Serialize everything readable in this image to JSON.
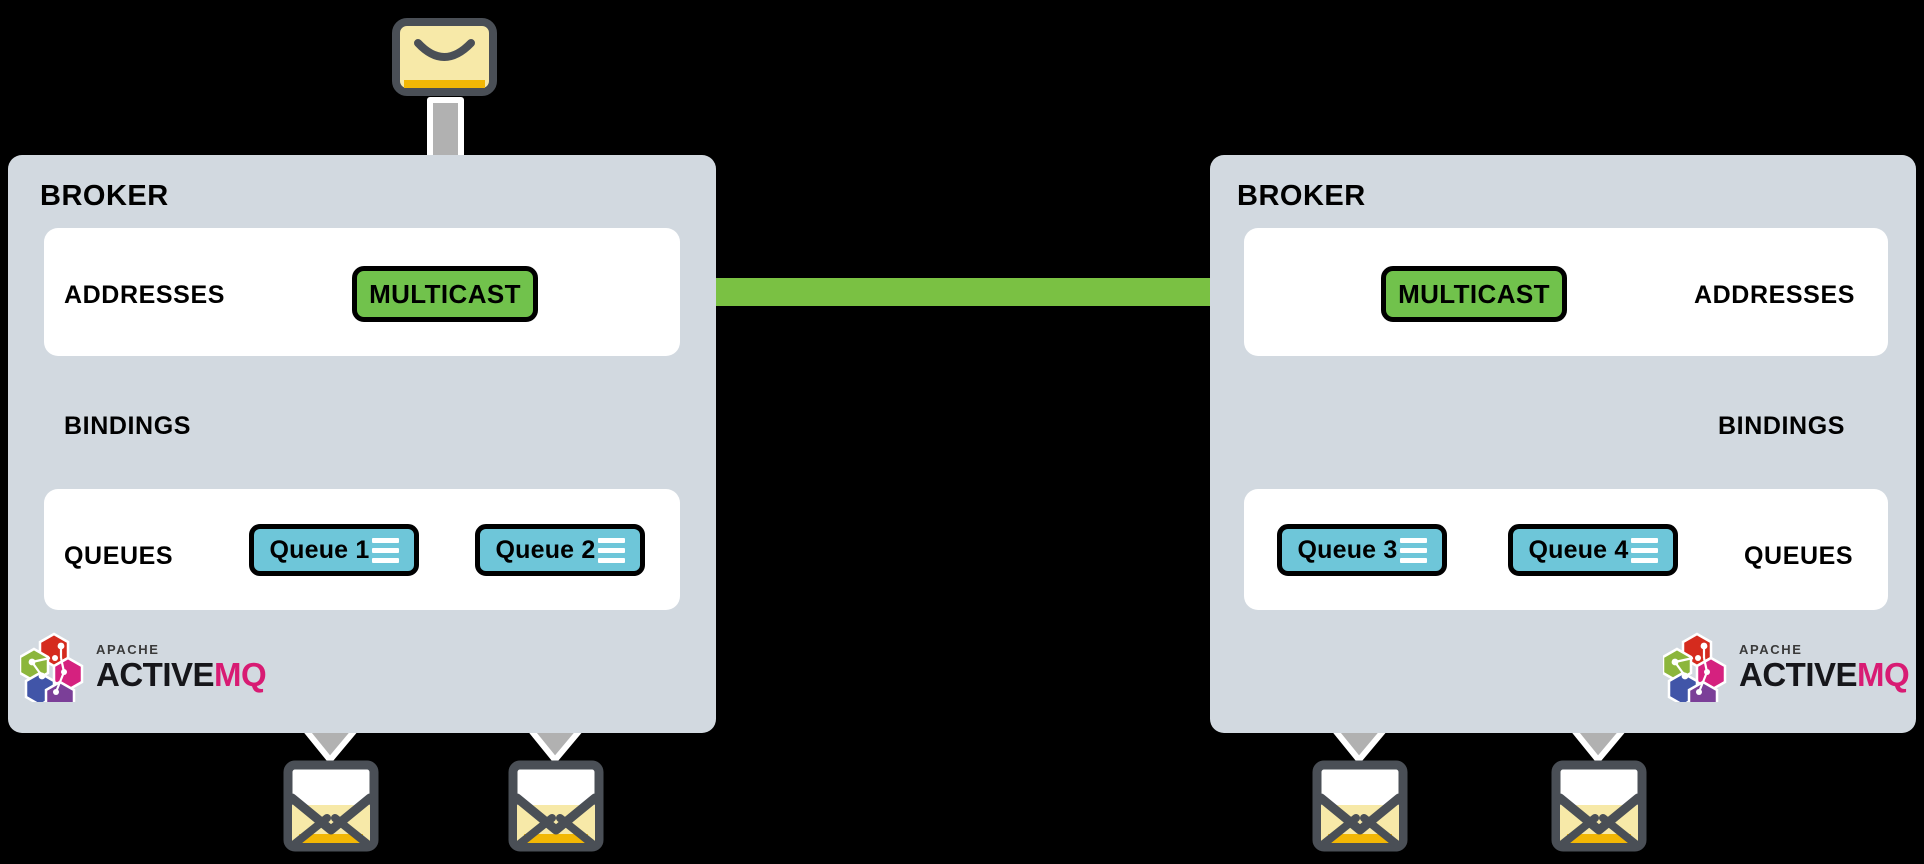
{
  "diagram": {
    "title": "ActiveMQ Artemis multicast address federation between two brokers",
    "colors": {
      "panel": "#d2d9e0",
      "row": "#ffffff",
      "address_node": "#71c24c",
      "queue_node": "#6ec6d9",
      "arrow_green": "#7ac143",
      "arrow_gray": "#b1b1b1",
      "envelope_body": "#f7e9a8",
      "envelope_flap": "#f2b705",
      "envelope_outline": "#4a4f56",
      "background": "#000000",
      "logo_mq": "#d81b73",
      "logo_active": "#16161a"
    }
  },
  "brokers": [
    {
      "id": "left",
      "title": "BROKER",
      "label_align": "left",
      "rows": [
        {
          "key": "addresses",
          "label": "ADDRESSES"
        },
        {
          "key": "bindings",
          "label": "BINDINGS"
        },
        {
          "key": "queues",
          "label": "QUEUES"
        }
      ],
      "address": {
        "label": "MULTICAST",
        "type": "multicast"
      },
      "queues": [
        {
          "label": "Queue 1",
          "icon": "list-icon"
        },
        {
          "label": "Queue 2",
          "icon": "list-icon"
        }
      ],
      "logo": {
        "apache": "APACHE",
        "active": "ACTIVE",
        "mq": "MQ"
      }
    },
    {
      "id": "right",
      "title": "BROKER",
      "label_align": "right",
      "rows": [
        {
          "key": "addresses",
          "label": "ADDRESSES"
        },
        {
          "key": "bindings",
          "label": "BINDINGS"
        },
        {
          "key": "queues",
          "label": "QUEUES"
        }
      ],
      "address": {
        "label": "MULTICAST",
        "type": "multicast"
      },
      "queues": [
        {
          "label": "Queue 3",
          "icon": "list-icon"
        },
        {
          "label": "Queue 4",
          "icon": "list-icon"
        }
      ],
      "logo": {
        "apache": "APACHE",
        "active": "ACTIVE",
        "mq": "MQ"
      }
    }
  ],
  "messages": {
    "producer": {
      "icon": "closed-envelope-icon",
      "count": 1
    },
    "consumers": [
      {
        "icon": "open-envelope-icon",
        "queue": "Queue 1"
      },
      {
        "icon": "open-envelope-icon",
        "queue": "Queue 2"
      },
      {
        "icon": "open-envelope-icon",
        "queue": "Queue 3"
      },
      {
        "icon": "open-envelope-icon",
        "queue": "Queue 4"
      }
    ]
  },
  "arrows": [
    {
      "name": "producer-to-multicast",
      "color": "gray",
      "from": "producer-envelope",
      "to": "left-multicast"
    },
    {
      "name": "multicast-to-queue-1",
      "color": "green",
      "from": "left-multicast",
      "to": "Queue 1"
    },
    {
      "name": "multicast-to-queue-2",
      "color": "green",
      "from": "left-multicast",
      "to": "Queue 2"
    },
    {
      "name": "broker-federation",
      "color": "green",
      "from": "left-multicast",
      "to": "right-multicast"
    },
    {
      "name": "multicast-to-queue-3",
      "color": "green",
      "from": "right-multicast",
      "to": "Queue 3"
    },
    {
      "name": "multicast-to-queue-4",
      "color": "green",
      "from": "right-multicast",
      "to": "Queue 4"
    },
    {
      "name": "queue-1-to-consumer",
      "color": "gray",
      "from": "Queue 1",
      "to": "consumer-envelope-1"
    },
    {
      "name": "queue-2-to-consumer",
      "color": "gray",
      "from": "Queue 2",
      "to": "consumer-envelope-2"
    },
    {
      "name": "queue-3-to-consumer",
      "color": "gray",
      "from": "Queue 3",
      "to": "consumer-envelope-3"
    },
    {
      "name": "queue-4-to-consumer",
      "color": "gray",
      "from": "Queue 4",
      "to": "consumer-envelope-4"
    }
  ]
}
